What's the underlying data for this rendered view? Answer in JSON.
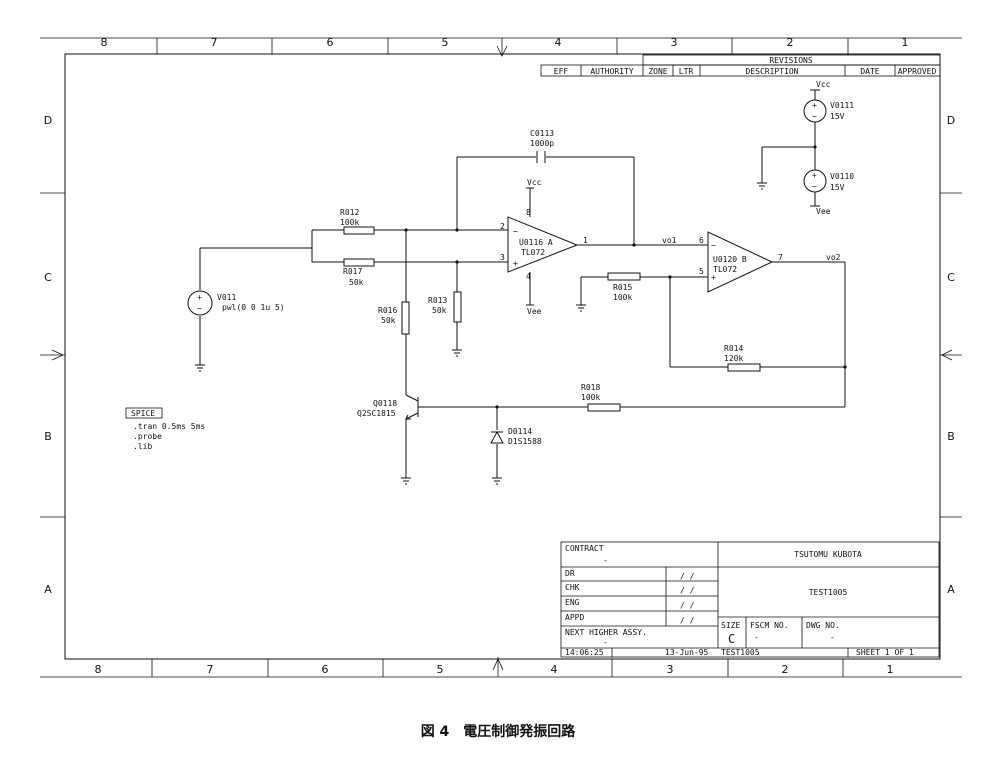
{
  "zones": {
    "top": [
      "8",
      "7",
      "6",
      "5",
      "4",
      "3",
      "2",
      "1"
    ],
    "bottom": [
      "8",
      "7",
      "6",
      "5",
      "4",
      "3",
      "2",
      "1"
    ],
    "left": [
      "D",
      "C",
      "B",
      "A"
    ],
    "right": [
      "D",
      "C",
      "B",
      "A"
    ]
  },
  "revisions": {
    "title": "REVISIONS",
    "columns": [
      "EFF",
      "AUTHORITY",
      "ZONE",
      "LTR",
      "DESCRIPTION",
      "DATE",
      "APPROVED"
    ]
  },
  "components": {
    "c0113": {
      "ref": "C0113",
      "value": "1000p"
    },
    "r012": {
      "ref": "R012",
      "value": "100k"
    },
    "r017": {
      "ref": "R017",
      "value": "50k"
    },
    "r016": {
      "ref": "R016",
      "value": "50k"
    },
    "r013": {
      "ref": "R013",
      "value": "50k"
    },
    "r015": {
      "ref": "R015",
      "value": "100k"
    },
    "r014": {
      "ref": "R014",
      "value": "120k"
    },
    "r018": {
      "ref": "R018",
      "value": "100k"
    },
    "u0116": {
      "ref": "U0116 A",
      "value": "TL072",
      "pins": [
        "2",
        "3",
        "8",
        "4",
        "1"
      ]
    },
    "u0120": {
      "ref": "U0120 B",
      "value": "TL072",
      "pins": [
        "6",
        "5",
        "7"
      ]
    },
    "q0118": {
      "ref": "Q0118",
      "value": "Q2SC1815"
    },
    "d0114": {
      "ref": "D0114",
      "value": "D1S1588"
    },
    "v011": {
      "ref": "V011",
      "value": "pwl(0 0 1u 5)"
    },
    "v0111": {
      "ref": "V0111",
      "value": "15V"
    },
    "v0110": {
      "ref": "V0110",
      "value": "15V"
    }
  },
  "nets": {
    "vcc1": "Vcc",
    "vee1": "Vee",
    "vcc2": "Vcc",
    "vee2": "Vee",
    "vo1": "vo1",
    "vo2": "vo2"
  },
  "spice": {
    "title": "SPICE",
    "lines": [
      ".tran 0.5ms 5ms",
      ".probe",
      ".lib"
    ]
  },
  "title_block": {
    "contract_label": "CONTRACT",
    "contract_value": "-",
    "company": "TSUTOMU KUBOTA",
    "title": "TEST1005",
    "rows": [
      {
        "label": "DR",
        "date": "/ /"
      },
      {
        "label": "CHK",
        "date": "/ /"
      },
      {
        "label": "ENG",
        "date": "/ /"
      },
      {
        "label": "APPD",
        "date": "/ /"
      }
    ],
    "next_assy_label": "NEXT HIGHER ASSY.",
    "next_assy_value": "-",
    "size_label": "SIZE",
    "size_value": "C",
    "fscm_label": "FSCM NO.",
    "fscm_value": "-",
    "dwg_label": "DWG NO.",
    "dwg_value": "-",
    "time": "14:06:25",
    "date": "13-Jun-95",
    "file": "TEST1005",
    "sheet": "SHEET 1  OF 1"
  },
  "caption": "図 4　電圧制御発振回路"
}
